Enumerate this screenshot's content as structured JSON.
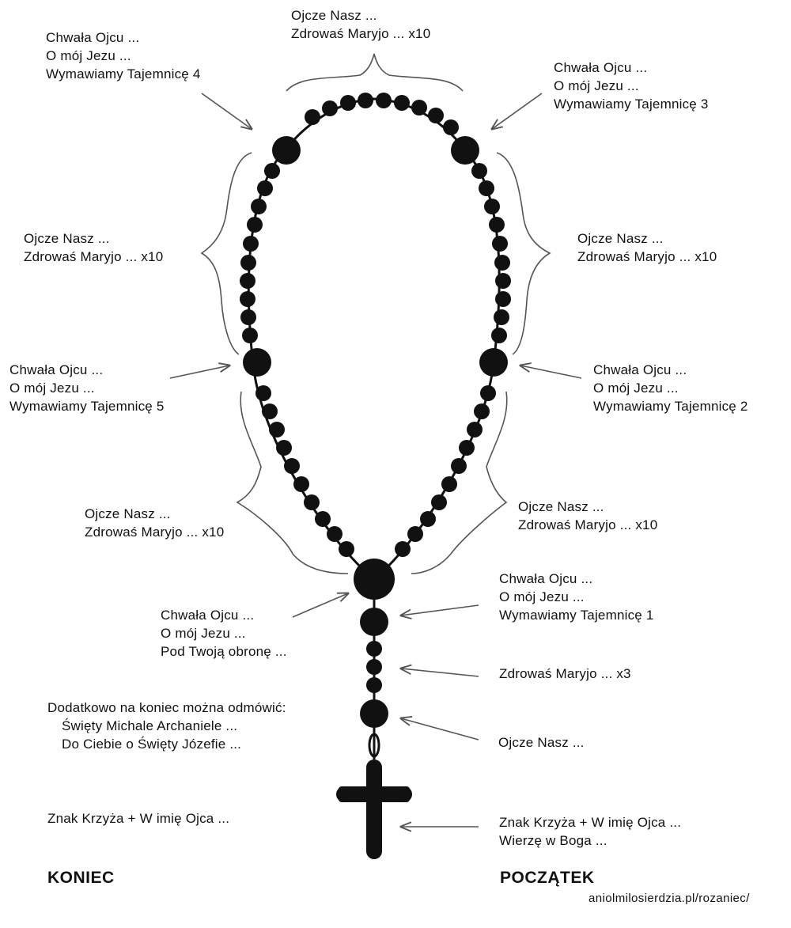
{
  "labels": {
    "top": [
      "Ojcze Nasz ...",
      "Zdrowaś Maryjo ... x10"
    ],
    "m4": [
      "Chwała Ojcu ...",
      "O mój Jezu ...",
      "Wymawiamy Tajemnicę 4"
    ],
    "m3": [
      "Chwała Ojcu ...",
      "O mój Jezu ...",
      "Wymawiamy Tajemnicę 3"
    ],
    "upper_left_decade": [
      "Ojcze Nasz ...",
      "Zdrowaś Maryjo ... x10"
    ],
    "upper_right_decade": [
      "Ojcze Nasz ...",
      "Zdrowaś Maryjo ... x10"
    ],
    "m5": [
      "Chwała Ojcu ...",
      "O mój Jezu ...",
      "Wymawiamy Tajemnicę 5"
    ],
    "m2": [
      "Chwała Ojcu ...",
      "O mój Jezu ...",
      "Wymawiamy Tajemnicę 2"
    ],
    "lower_left_decade": [
      "Ojcze Nasz ...",
      "Zdrowaś Maryjo ... x10"
    ],
    "lower_right_decade": [
      "Ojcze Nasz ...",
      "Zdrowaś Maryjo ... x10"
    ],
    "m1": [
      "Chwała Ojcu ...",
      "O mój Jezu ...",
      "Wymawiamy Tajemnicę 1"
    ],
    "closing": [
      "Chwała Ojcu ...",
      "O mój Jezu ...",
      "Pod Twoją obronę ..."
    ],
    "hail_mary_x3": "Zdrowaś Maryjo ... x3",
    "our_father": "Ojcze Nasz ...",
    "extra_title": "Dodatkowo na koniec można odmówić:",
    "extra_items": [
      "Święty Michale Archaniele ...",
      "Do Ciebie o Święty Józefie ..."
    ],
    "sign_end": "Znak Krzyża + W imię Ojca ...",
    "sign_start": [
      "Znak Krzyża + W imię Ojca ...",
      "Wierzę w Boga ..."
    ]
  },
  "headings": {
    "end": "KONIEC",
    "start": "POCZĄTEK"
  },
  "url": "aniolmilosierdzia.pl/rozaniec/",
  "colors": {
    "beads": "#111111",
    "text": "#111111",
    "sketch": "#555555"
  }
}
